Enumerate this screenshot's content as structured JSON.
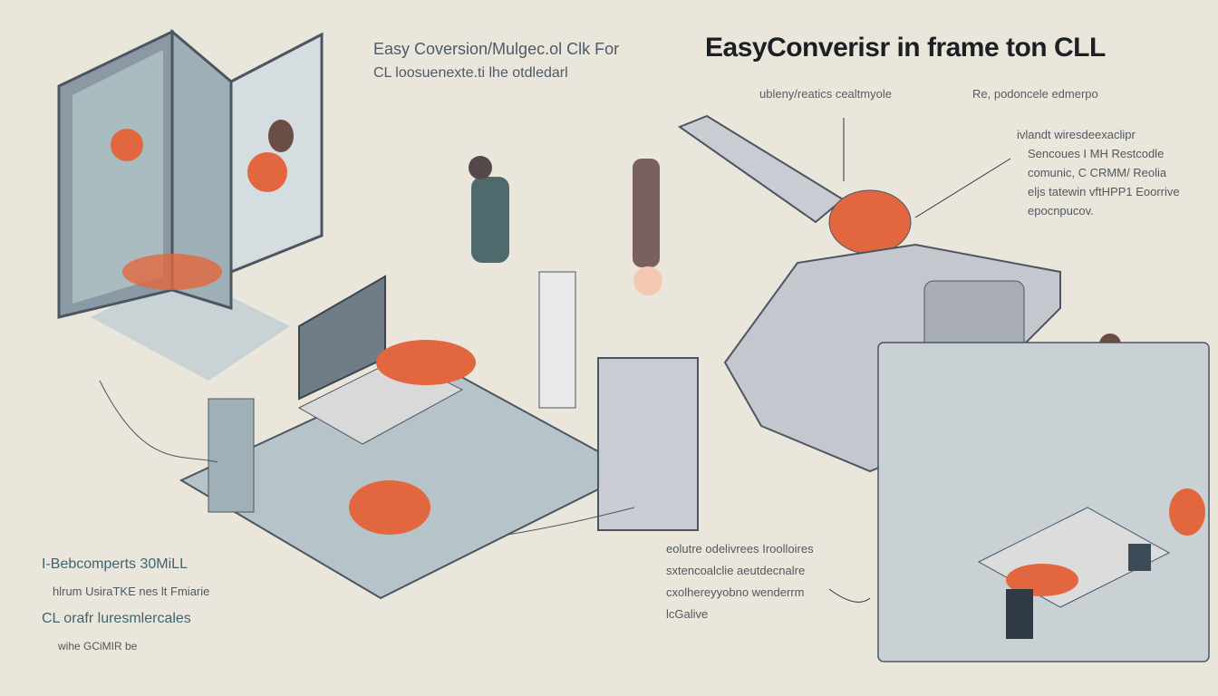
{
  "header": {
    "title": "EasyConverisr in frame ton CLL",
    "subtitle_line1": "Easy Coversion/Mulgec.ol Clk For",
    "subtitle_line2": "CL loosuenexte.ti lhe otdledarl"
  },
  "callouts": {
    "top_center": "ubleny/reatics cealtmyole",
    "top_right": "Re, podoncele edmerpo",
    "right_block": [
      "ivlandt wiresdeexaclipr",
      "Sencoues I MH Restcodle",
      "comunic, C CRMM/ Reolia",
      "eljs tatewin vftHPP1 Eoorrive",
      "epocnpucov."
    ],
    "center_block": [
      "eolutre odelivrees Iroolloires",
      "sxtencoalclie aeutdecnalre",
      "cxolhereyyobno wenderrm",
      "lcGalive"
    ],
    "left_block": [
      "I-Bebcomperts 30MiLL",
      "hlrum UsiraTKE nes lt Fmiarie",
      "CL orafr luresmlercales",
      "wihe GCiMIR be"
    ]
  },
  "colors": {
    "background": "#ebe6dc",
    "accent": "#e2673f",
    "panel": "#b9c6cb",
    "machine": "#c9ccd3"
  }
}
